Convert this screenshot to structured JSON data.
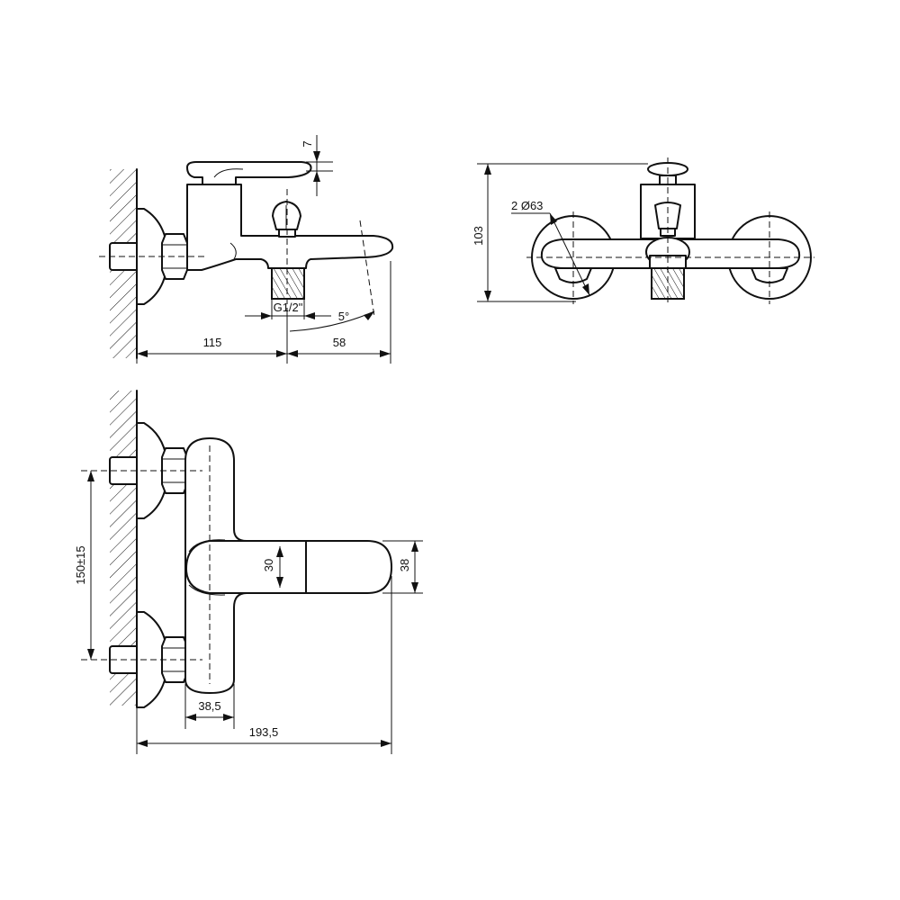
{
  "dimensions": {
    "side_view": {
      "handle_gap": "7",
      "thread": "G1/2\"",
      "spout_angle": "5°",
      "wall_to_outlet": "115",
      "outlet_to_spout": "58"
    },
    "front_view": {
      "height": "103",
      "escutcheon": "2 Ø63"
    },
    "top_view": {
      "center_distance": "150±15",
      "body_width": "38,5",
      "handle_width": "30",
      "spout_width": "38",
      "total_length": "193,5"
    }
  },
  "colors": {
    "line": "#111111",
    "background": "#ffffff"
  }
}
